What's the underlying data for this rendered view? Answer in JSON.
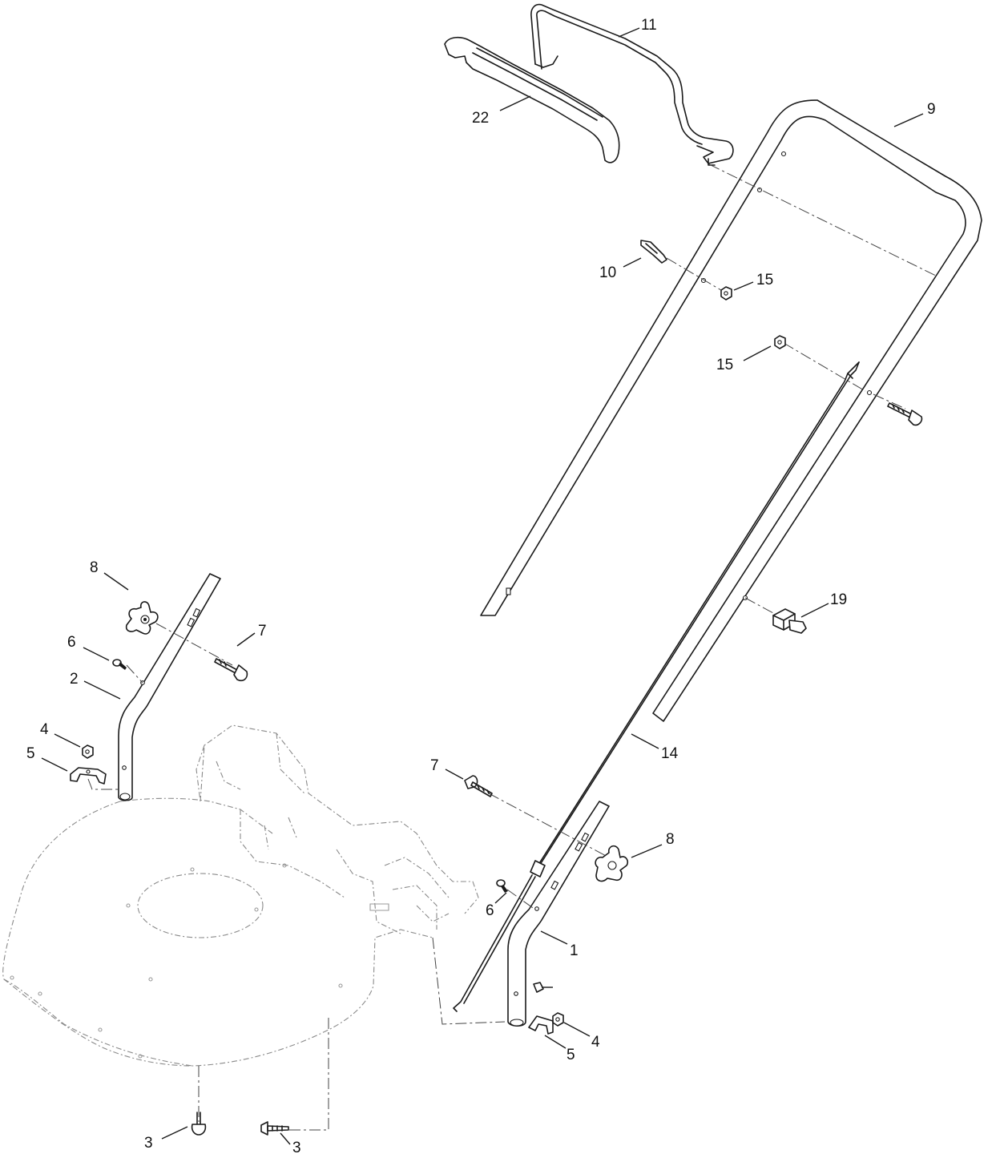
{
  "callouts": {
    "c11": "11",
    "c22": "22",
    "c9": "9",
    "c10": "10",
    "c15a": "15",
    "c15b": "15",
    "c8a": "8",
    "c7a": "7",
    "c6a": "6",
    "c2": "2",
    "c4a": "4",
    "c5a": "5",
    "c19": "19",
    "c14": "14",
    "c7b": "7",
    "c8b": "8",
    "c6b": "6",
    "c1": "1",
    "c4b": "4",
    "c5b": "5",
    "c3a": "3",
    "c3b": "3"
  }
}
